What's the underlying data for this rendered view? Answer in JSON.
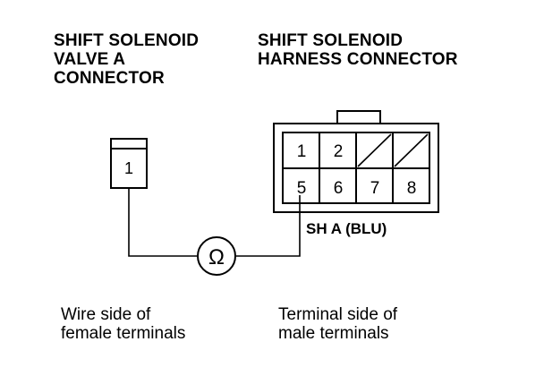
{
  "valve_title": {
    "line1": "SHIFT SOLENOID",
    "line2": "VALVE A",
    "line3": "CONNECTOR"
  },
  "harness_title": {
    "line1": "SHIFT SOLENOID",
    "line2": "HARNESS CONNECTOR"
  },
  "valve_connector": {
    "terminal": "1"
  },
  "harness_connector": {
    "top_row": [
      "1",
      "2"
    ],
    "bottom_row": [
      "5",
      "6",
      "7",
      "8"
    ],
    "wire_label": "SH A (BLU)"
  },
  "ohmmeter": {
    "symbol": "Ω"
  },
  "captions": {
    "left_line1": "Wire side of",
    "left_line2": "female terminals",
    "right_line1": "Terminal side of",
    "right_line2": "male terminals"
  }
}
